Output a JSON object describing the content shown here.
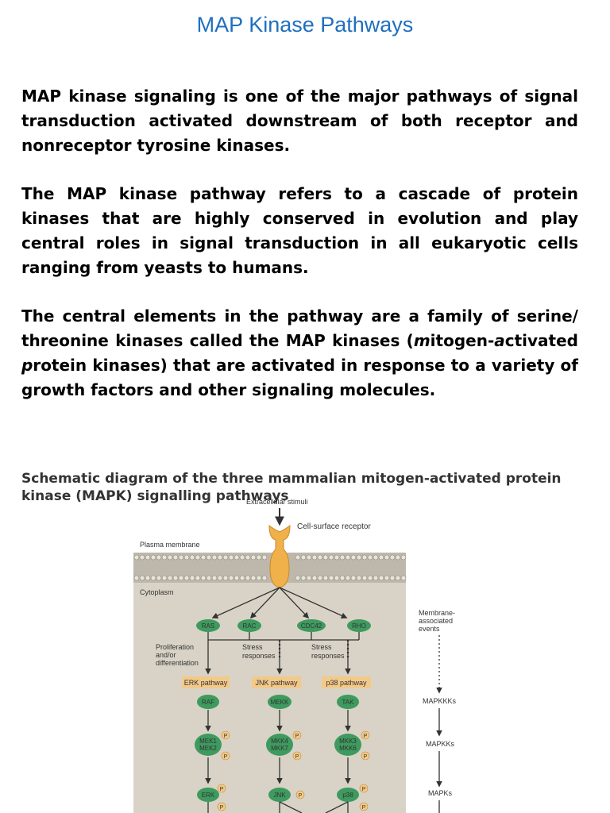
{
  "page": {
    "title": "MAP Kinase Pathways",
    "paragraph1": "MAP kinase signaling is one of the major pathways of signal transduction activated downstream of both receptor and nonreceptor tyrosine kinases.",
    "paragraph2": "The MAP kinase pathway refers to a cascade of protein kinases that are highly conserved in evolution and play central roles in signal transduction in all eukaryotic cells ranging from yeasts to humans.",
    "paragraph3": {
      "before": "The central elements in the pathway are a family of  serine/ threonine kinases called the MAP kinases (",
      "m": "m",
      "itogen": "itogen-",
      "a": "a",
      "ctivated": "ctivated ",
      "p": "p",
      "after": "rotein kinases) that are activated in response to a variety of growth factors and other signaling molecules."
    },
    "caption": "Schematic diagram of the three mammalian mitogen-activated protein kinase (MAPK) signalling pathways"
  },
  "diagram": {
    "extracellular": "Extracellular stimuli",
    "receptor": "Cell-surface receptor",
    "plasma_membrane": "Plasma membrane",
    "cytoplasm": "Cytoplasm",
    "gtpases": [
      "RAS",
      "RAC",
      "CDC42",
      "RHO"
    ],
    "prolif1": "Proliferation",
    "prolif2": "and/or",
    "prolif3": "differentiation",
    "stress1a": "Stress",
    "stress1b": "responses",
    "stress2a": "Stress",
    "stress2b": "responses",
    "pathways": [
      "ERK pathway",
      "JNK pathway",
      "p38 pathway"
    ],
    "mapkkk": [
      "RAF",
      "MEKK",
      "TAK"
    ],
    "mapkk_top": [
      "MEK1",
      "MKK4",
      "MKK3"
    ],
    "mapkk_bottom": [
      "MEK2",
      "MKK7",
      "MKK6"
    ],
    "mapk": [
      "ERK",
      "JNK",
      "p38"
    ],
    "phospho": "P",
    "legend_membrane1": "Membrane-",
    "legend_membrane2": "associated",
    "legend_membrane3": "events",
    "legend_mapkkks": "MAPKKKs",
    "legend_mapkks": "MAPKKs",
    "legend_mapks": "MAPKs",
    "colors": {
      "background": "#d8d3c6",
      "membrane": "#a9a497",
      "receptor": "#f0b04a",
      "node": "#3e9a5e",
      "pathway_label": "#f3c98a",
      "title": "#1f6fc0"
    }
  }
}
